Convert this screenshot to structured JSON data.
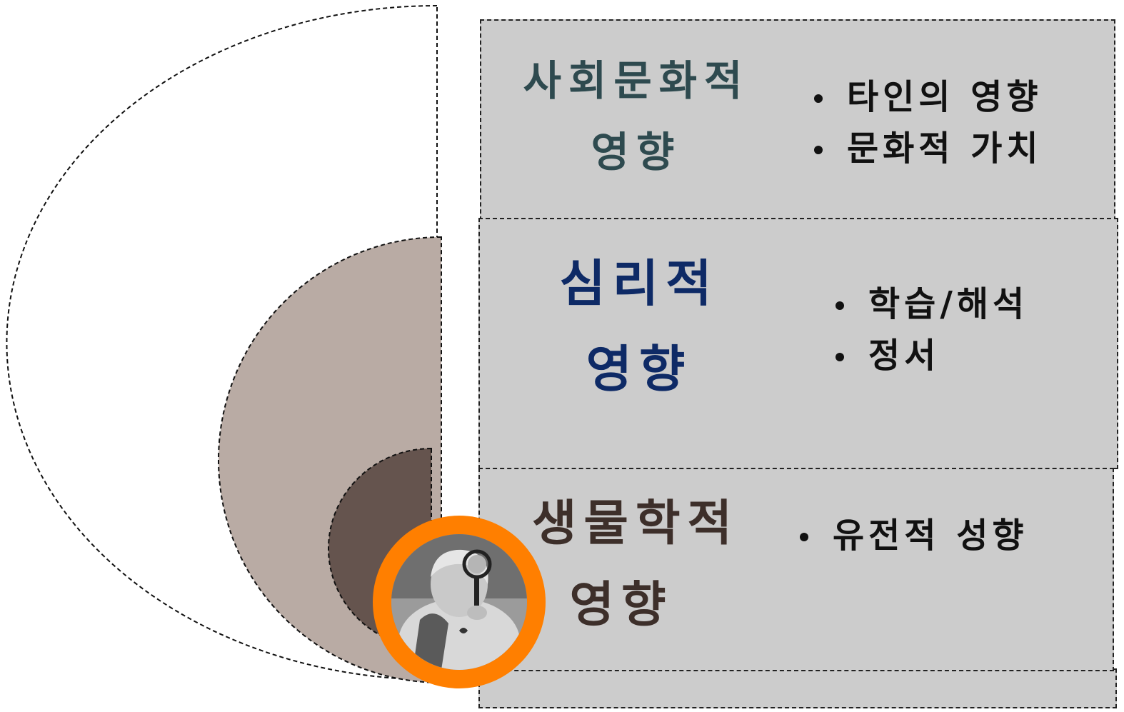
{
  "layers": [
    {
      "id": "sociocultural",
      "heading_line1": "사회문화적",
      "heading_line2": "영향",
      "heading_color": "#2e4a4f",
      "items": [
        "타인의 영향",
        "문화적 가치"
      ]
    },
    {
      "id": "psychological",
      "heading_line1": "심리적",
      "heading_line2": "영향",
      "heading_color": "#0e2a66",
      "items": [
        "학습/해석",
        "정서"
      ]
    },
    {
      "id": "biological",
      "heading_line1": "생물학적",
      "heading_line2": "영향",
      "heading_color": "#3d2f2a",
      "items": [
        "유전적 성향"
      ]
    }
  ],
  "colors": {
    "panel_fill": "#cccccc",
    "outer_arc_fill": "#ffffff",
    "middle_arc_fill": "#b9aba4",
    "inner_arc_fill": "#65544e",
    "photo_ring": "#ff7f00"
  },
  "photo": {
    "description_icon": "child-with-magnifying-glass-photo"
  }
}
